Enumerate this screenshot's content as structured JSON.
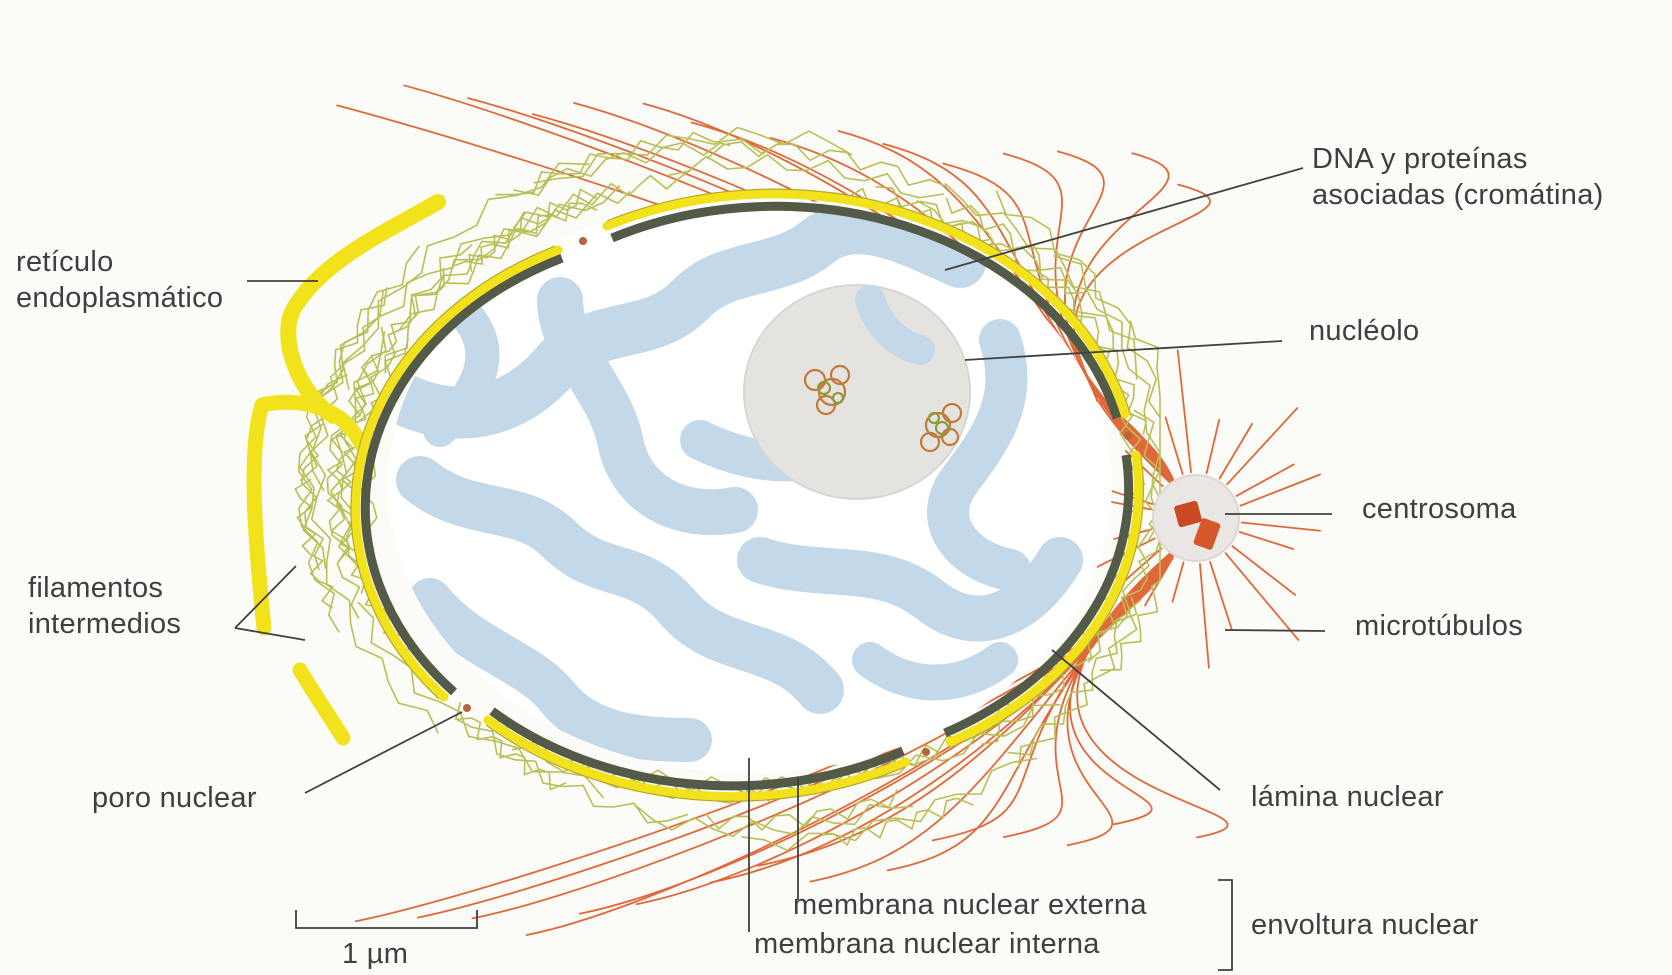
{
  "labels": {
    "dna_line1": "DNA y proteínas",
    "dna_line2": "asociadas (cromátina)",
    "reticulo_line1": "retículo",
    "reticulo_line2": "endoplasmático",
    "nucleolo": "nucléolo",
    "centrosoma": "centrosoma",
    "filamentos_line1": "filamentos",
    "filamentos_line2": "intermedios",
    "microtubulos": "microtúbulos",
    "poro_nuclear": "poro nuclear",
    "lamina_nuclear": "lámina nuclear",
    "membrana_externa": "membrana nuclear externa",
    "membrana_interna": "membrana nuclear interna",
    "envoltura_nuclear": "envoltura nuclear",
    "scale_bar": "1 µm"
  },
  "colors": {
    "background": "#fbfbf7",
    "membrane_yellow": "#f2e21c",
    "lamina_dark": "#545a48",
    "chromatin_blue": "#c3d8e8",
    "nucleolus_gray": "#e5e3e0",
    "microtubule_red": "#e0683a",
    "intermediate_filament_green": "#b9bf57",
    "centrosome_red": "#c94a22",
    "leader_line": "#404040"
  }
}
